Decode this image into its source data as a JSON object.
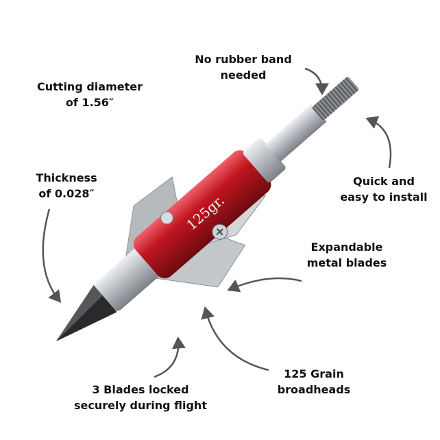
{
  "product": {
    "engraving": "125gr.",
    "colors": {
      "body": "#c0161f",
      "steel": "#c9cccf",
      "tip": "#2a2a2c",
      "arrow": "#555555"
    }
  },
  "callouts": [
    {
      "id": "no-rubber-band",
      "lines": [
        "No rubber band",
        "needed"
      ]
    },
    {
      "id": "cutting-diameter",
      "lines": [
        "Cutting diameter",
        "of 1.56″"
      ]
    },
    {
      "id": "thickness",
      "lines": [
        "Thickness",
        "of 0.028″"
      ]
    },
    {
      "id": "quick-install",
      "lines": [
        "Quick and",
        "easy to install"
      ]
    },
    {
      "id": "expandable-blades",
      "lines": [
        "Expandable",
        "metal blades"
      ]
    },
    {
      "id": "grain",
      "lines": [
        "125 Grain",
        "broadheads"
      ]
    },
    {
      "id": "blades-locked",
      "lines": [
        "3 Blades locked",
        "securely during flight"
      ]
    }
  ]
}
